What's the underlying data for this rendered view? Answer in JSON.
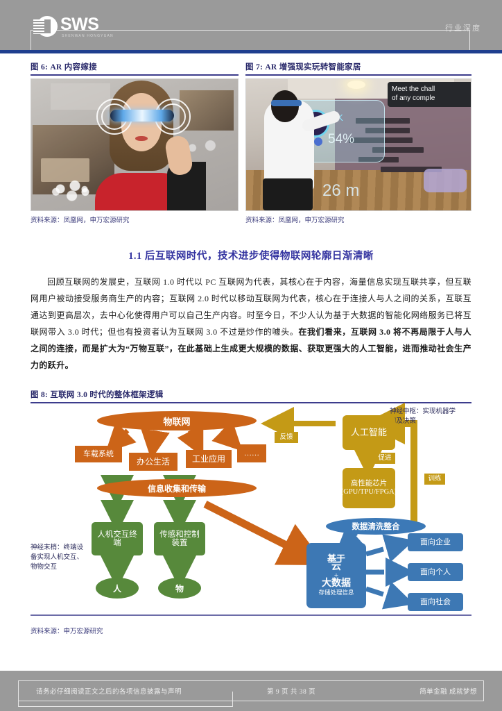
{
  "header": {
    "logo_text": "SWS",
    "logo_sub": "SHENWAN HONGYUAN",
    "right_label": "行业深度"
  },
  "figures": [
    {
      "title": "图 6: AR 内容嫁接",
      "source": "资料来源：凤凰网，申万宏源研究",
      "photo_alt": "woman-wearing-ar-visor-with-floating-room-images"
    },
    {
      "title": "图 7: AR 增强现实玩转智能家居",
      "source": "资料来源：凤凰网，申万宏源研究",
      "photo_alt": "woman-touching-ar-smart-home-panel",
      "overlay": {
        "tooltip_line1": "Meet the chall",
        "tooltip_line2": "of any comple",
        "ok_label": "OK",
        "percent": "54%",
        "distance": "26 m"
      }
    }
  ],
  "section": {
    "heading": "1.1 后互联网时代，技术进步使得物联网轮廓日渐清晰",
    "paragraph_plain": "回顾互联网的发展史，互联网 1.0 时代以 PC 互联网为代表，其核心在于内容，海量信息实现互联共享，但互联网用户被动接受服务商生产的内容；互联网 2.0 时代以移动互联网为代表，核心在于连接人与人之间的关系，互联互通达到更高层次，去中心化使得用户可以自己生产内容。时至今日，不少人认为基于大数据的智能化网络服务已将互联网带入 3.0 时代；但也有投资者认为互联网 3.0 不过是炒作的噱头。",
    "paragraph_bold": "在我们看来，互联网 3.0 将不再局限于人与人之间的连接，而是扩大为“万物互联”，在此基础上生成更大规模的数据、获取更强大的人工智能，进而推动社会生产力的跃升。"
  },
  "figure8": {
    "title": "图 8: 互联网 3.0 时代的整体框架逻辑",
    "source": "资料来源：申万宏源研究",
    "nodes": {
      "iot": "物联网",
      "vehicle": "车载系统",
      "office": "办公生活",
      "industry": "工业应用",
      "etc": "……",
      "collect": "信息收集和传输",
      "hmi": "人机交互终端",
      "sensor": "传感和控制装置",
      "person": "人",
      "thing": "物",
      "ai": "人工智能",
      "chip": "高性能芯片(GPU/TPU/FPGA)",
      "cleanse": "数据清洗整合",
      "cloud_line1": "基于",
      "cloud_line2": "云",
      "cloud_line3": "+",
      "cloud_line4": "大数据",
      "cloud_line5": "存储处理信息",
      "to_enterprise": "面向企业",
      "to_person": "面向个人",
      "to_society": "面向社会"
    },
    "edge_labels": {
      "feedback": "反馈",
      "promote": "促进",
      "train": "训练"
    },
    "annotations": {
      "nerve_endings": "神经末梢：终端设备实现人机交互、物物交互",
      "nerve_center": "神经中枢：实现机器学习及决策"
    },
    "colors": {
      "orange": "#CC6418",
      "green": "#57893B",
      "gold": "#C49A16",
      "blue": "#3D78B4"
    }
  },
  "footer": {
    "disclaimer": "请务必仔细阅读正文之后的各项信息披露与声明",
    "page_no": "第 9 页 共 38 页",
    "slogan": "简单金融 成就梦想"
  }
}
